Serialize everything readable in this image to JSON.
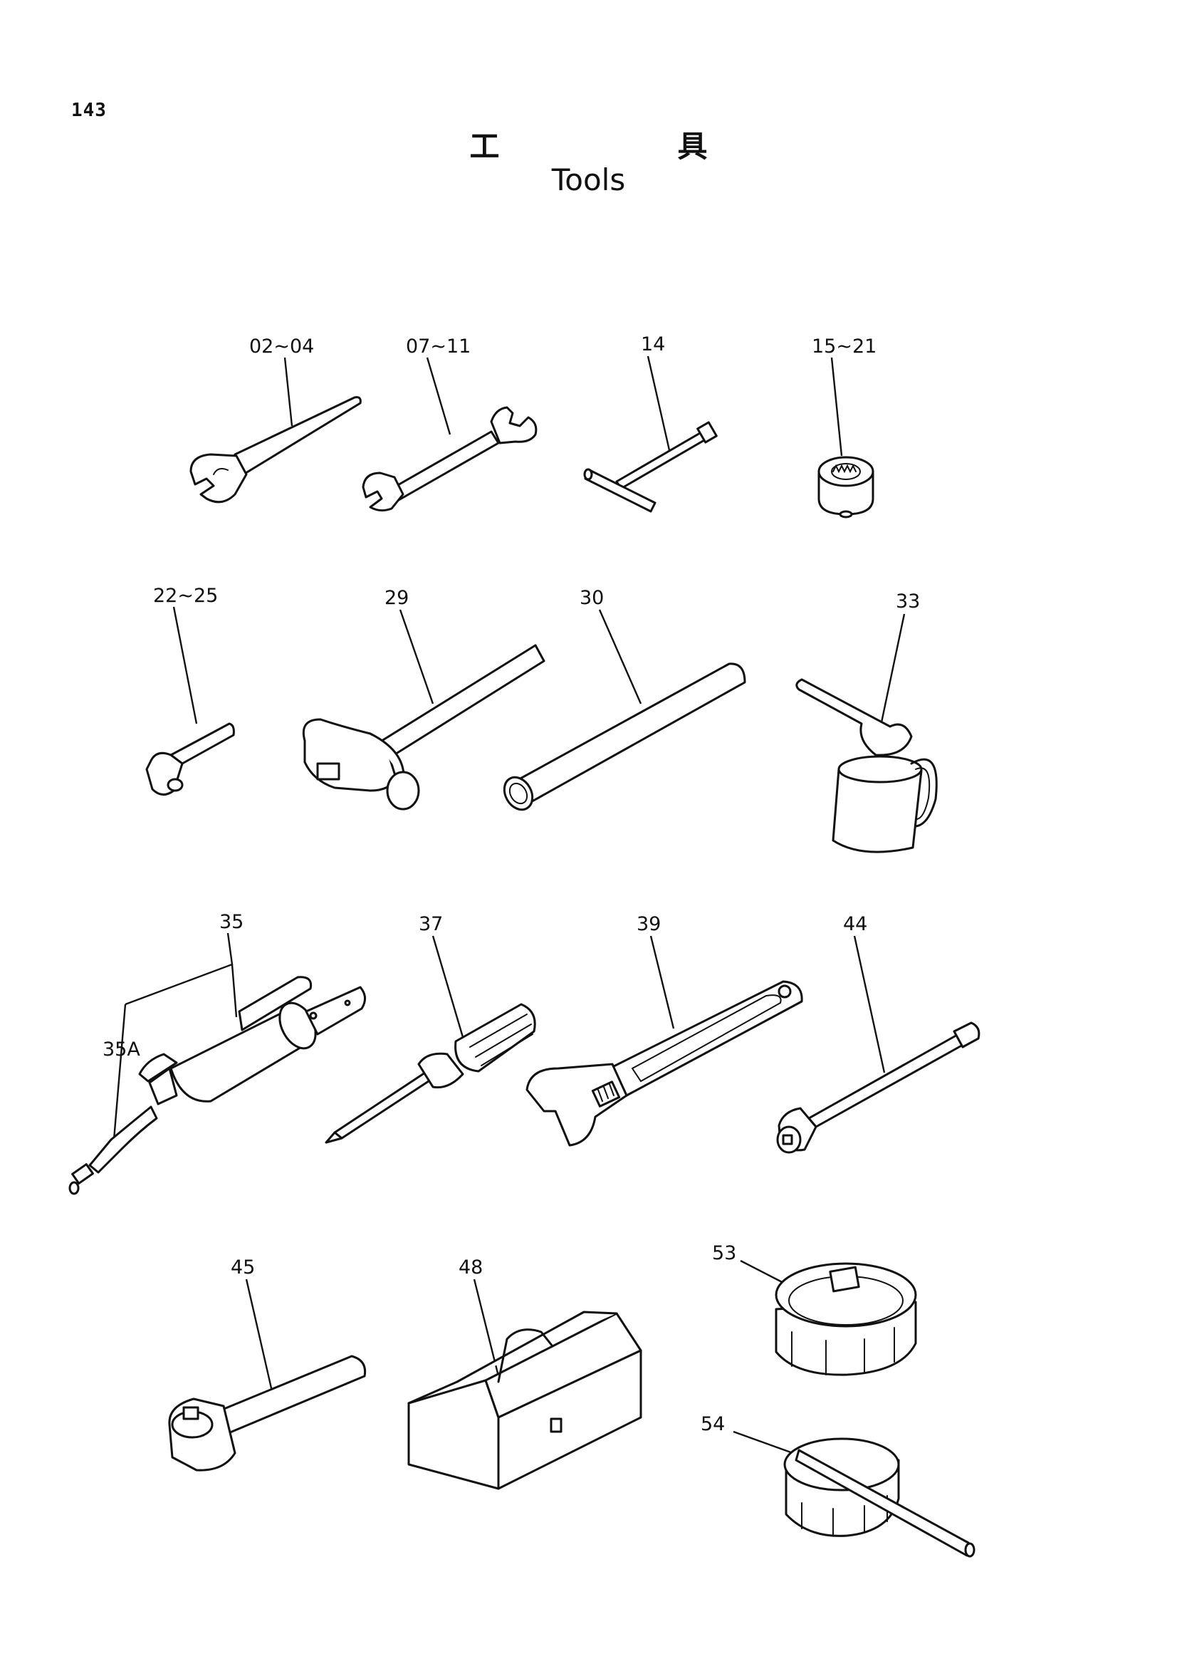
{
  "page": {
    "number": "143",
    "title_jp": "工具",
    "title_en": "Tools"
  },
  "parts": [
    {
      "id": "p0204",
      "label": "02∼04",
      "icon": "open-end-wrench-icon"
    },
    {
      "id": "p0711",
      "label": "07∼11",
      "icon": "double-open-end-wrench-icon"
    },
    {
      "id": "p14",
      "label": "14",
      "icon": "t-handle-wrench-icon"
    },
    {
      "id": "p1521",
      "label": "15∼21",
      "icon": "socket-icon"
    },
    {
      "id": "p2225",
      "label": "22∼25",
      "icon": "hex-key-icon"
    },
    {
      "id": "p29",
      "label": "29",
      "icon": "hammer-icon"
    },
    {
      "id": "p30",
      "label": "30",
      "icon": "pipe-icon"
    },
    {
      "id": "p33",
      "label": "33",
      "icon": "oil-can-icon"
    },
    {
      "id": "p35",
      "label": "35",
      "icon": "grease-gun-icon"
    },
    {
      "id": "p35a",
      "label": "35A",
      "icon": "grease-nozzle-icon"
    },
    {
      "id": "p37",
      "label": "37",
      "icon": "screwdriver-icon"
    },
    {
      "id": "p39",
      "label": "39",
      "icon": "adjustable-wrench-icon"
    },
    {
      "id": "p44",
      "label": "44",
      "icon": "extension-bar-icon"
    },
    {
      "id": "p45",
      "label": "45",
      "icon": "ratchet-handle-icon"
    },
    {
      "id": "p48",
      "label": "48",
      "icon": "tool-box-icon"
    },
    {
      "id": "p53",
      "label": "53",
      "icon": "filter-wrench-icon"
    },
    {
      "id": "p54",
      "label": "54",
      "icon": "filter-band-wrench-icon"
    }
  ]
}
